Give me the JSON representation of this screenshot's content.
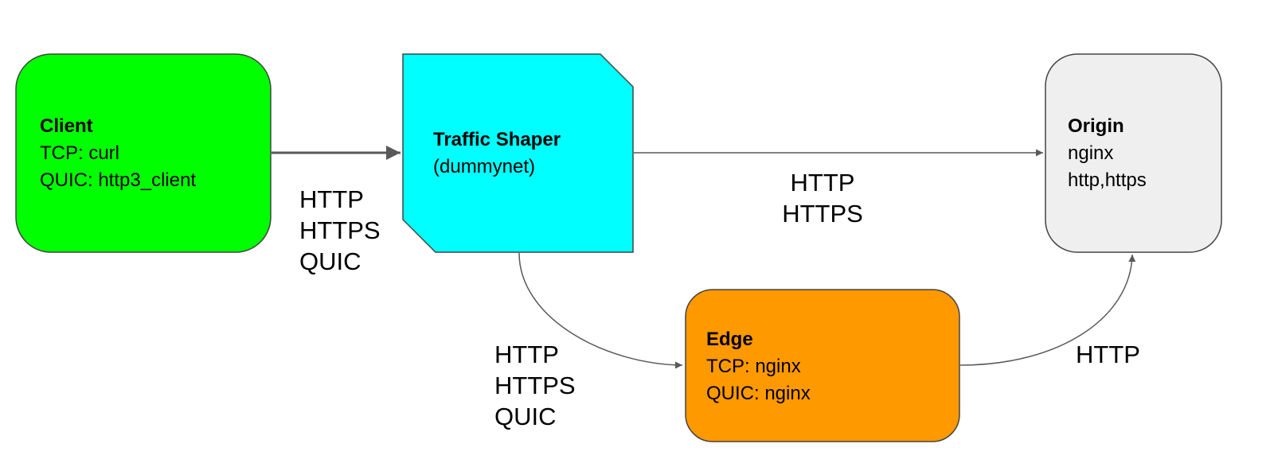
{
  "nodes": {
    "client": {
      "title": "Client",
      "lines": [
        "TCP: curl",
        "QUIC: http3_client"
      ],
      "fill": "#00ff00"
    },
    "shaper": {
      "title": "Traffic Shaper",
      "lines": [
        "(dummynet)"
      ],
      "fill": "#00ffff"
    },
    "origin": {
      "title": "Origin",
      "lines": [
        "nginx",
        "http,https"
      ],
      "fill": "#efefef"
    },
    "edge": {
      "title": "Edge",
      "lines": [
        "TCP: nginx",
        "QUIC: nginx"
      ],
      "fill": "#ff9900"
    }
  },
  "edges": {
    "client_to_shaper": {
      "labels": [
        "HTTP",
        "HTTPS",
        "QUIC"
      ]
    },
    "shaper_to_origin": {
      "labels": [
        "HTTP",
        "HTTPS"
      ]
    },
    "shaper_to_edge": {
      "labels": [
        "HTTP",
        "HTTPS",
        "QUIC"
      ]
    },
    "edge_to_origin": {
      "labels": [
        "HTTP"
      ]
    }
  },
  "colors": {
    "stroke": "#595959",
    "border": "#434343"
  }
}
